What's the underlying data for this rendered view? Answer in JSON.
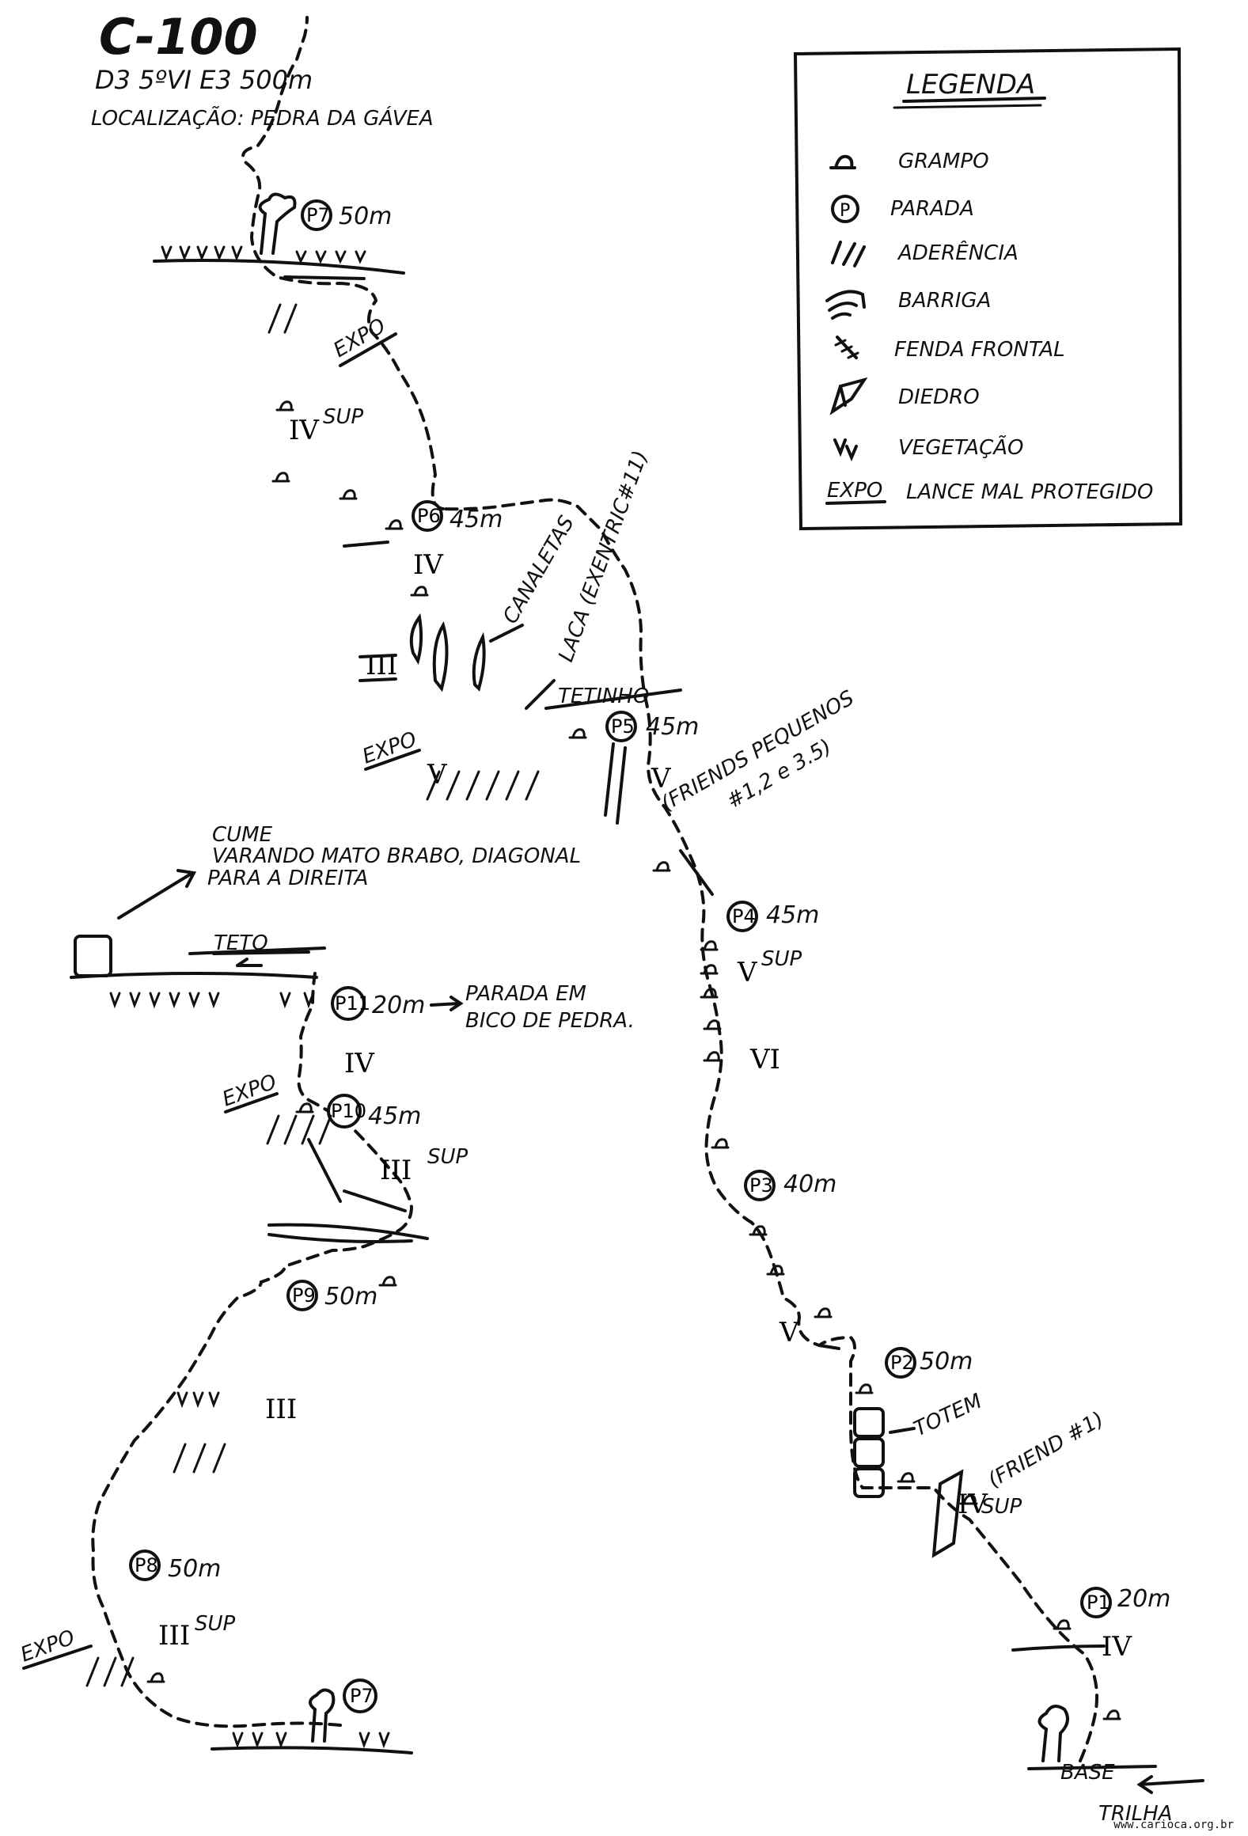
{
  "header": {
    "title": "C-100",
    "grade_line": "D3 5ºVI E3 500m",
    "location_line": "LOCALIZAÇÃO: PEDRA DA GÁVEA"
  },
  "legend": {
    "title": "LEGENDA",
    "items": [
      {
        "icon": "bolt-icon",
        "label": "GRAMPO"
      },
      {
        "icon": "belay-station-icon",
        "label": "PARADA"
      },
      {
        "icon": "slab-icon",
        "label": "ADERÊNCIA"
      },
      {
        "icon": "bulge-icon",
        "label": "BARRIGA"
      },
      {
        "icon": "crack-icon",
        "label": "FENDA FRONTAL"
      },
      {
        "icon": "dihedral-icon",
        "label": "DIEDRO"
      },
      {
        "icon": "vegetation-icon",
        "label": "VEGETAÇÃO"
      },
      {
        "icon": "expo-icon",
        "symbol": "EXPO",
        "label": "LANCE MAL PROTEGIDO"
      }
    ]
  },
  "stations": {
    "p1": {
      "tag": "P1",
      "len": "20m"
    },
    "p2": {
      "tag": "P2",
      "len": "50m"
    },
    "p3": {
      "tag": "P3",
      "len": "40m"
    },
    "p4": {
      "tag": "P4",
      "len": "45m"
    },
    "p5": {
      "tag": "P5",
      "len": "45m"
    },
    "p6": {
      "tag": "P6",
      "len": "45m"
    },
    "p7top": {
      "tag": "P7",
      "len": "50m"
    },
    "p7bottom": {
      "tag": "P7"
    },
    "p8": {
      "tag": "P8",
      "len": "50m"
    },
    "p9": {
      "tag": "P9",
      "len": "50m"
    },
    "p10": {
      "tag": "P10",
      "len": "45m"
    },
    "p11": {
      "tag": "P11",
      "len": "20m"
    }
  },
  "grades": {
    "g_p1": "IV",
    "g_p2": "IV",
    "g_p2_suffix": "SUP",
    "g_below_p2": "V",
    "g_vi": "VI",
    "g_p4": "V",
    "g_p4_suffix": "SUP",
    "g_p5": "V",
    "g_p5_left": "V",
    "g_iii_left": "III",
    "g_p6": "IV",
    "g_top1": "IV",
    "g_top1_suffix": "SUP",
    "g_p11": "IV",
    "g_p10": "III",
    "g_p10_suffix": "SUP",
    "g_p9": "III",
    "g_p8": "III",
    "g_p8_suffix": "SUP"
  },
  "annotations": {
    "expo_top": "EXPO",
    "expo_p5": "EXPO",
    "expo_p11": "EXPO",
    "expo_p8": "EXPO",
    "canaletas": "CANALETAS",
    "laca": "LACA (EXENTRIC#11)",
    "tetinho": "TETINHO",
    "friends_small": "(FRIENDS PEQUENOS",
    "friends_sizes": "#1,2 e 3.5)",
    "cume_1": "CUME",
    "cume_2": "VARANDO MATO BRABO, DIAGONAL",
    "cume_3": "PARA A DIREITA",
    "teto": "TETO",
    "parada_1": "PARADA EM",
    "parada_2": "BICO DE PEDRA.",
    "totem": "TOTEM",
    "friend1": "(FRIEND #1)",
    "base": "BASE",
    "trilha": "TRILHA"
  },
  "credit": "www.carioca.org.br"
}
